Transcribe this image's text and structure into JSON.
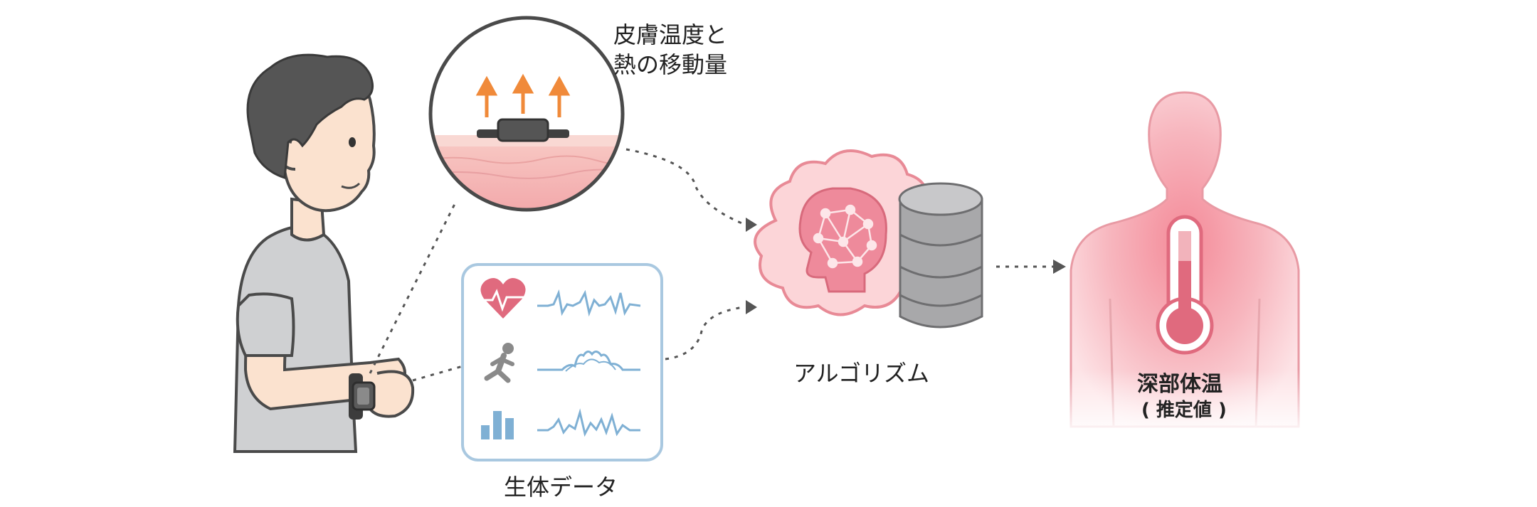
{
  "labels": {
    "skin_title_line1": "皮膚温度と",
    "skin_title_line2": "熱の移動量",
    "biodata": "生体データ",
    "algorithm": "アルゴリズム",
    "core_temp": "深部体温",
    "estimated": "( 推定値 )"
  },
  "icons": [
    "heart-pulse-icon",
    "running-person-icon",
    "bar-chart-icon",
    "ai-brain-icon",
    "database-icon",
    "thermometer-icon",
    "smartwatch-icon",
    "up-arrow-icon"
  ],
  "colors": {
    "heat_arrow": "#f08a3a",
    "accent_pink": "#e06a7e",
    "wave_blue": "#7fb0d4",
    "panel_border": "#a9c8e0",
    "dark_outline": "#4a4a4a",
    "body_pink": "#f6b9c0",
    "db_gray": "#a8a8aa"
  }
}
